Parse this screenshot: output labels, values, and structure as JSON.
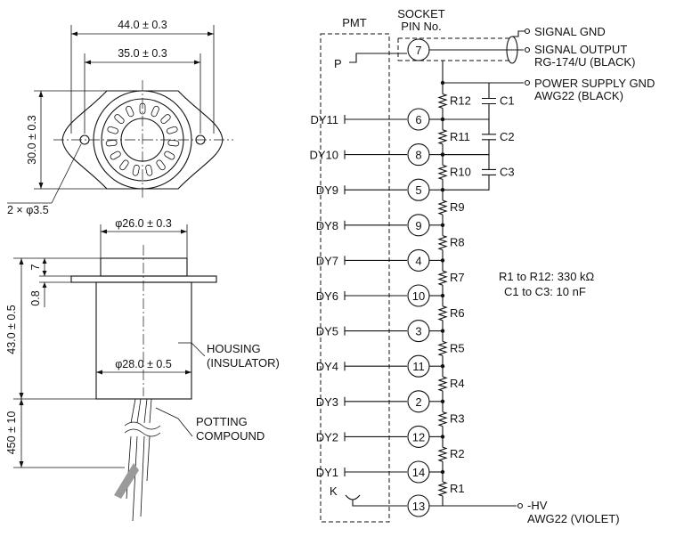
{
  "dimensions": {
    "width_outer": "44.0 ± 0.3",
    "width_holes": "35.0 ± 0.3",
    "height_flange": "30.0 ± 0.3",
    "holes": "2 × φ3.5",
    "diameter_top": "φ26.0 ± 0.3",
    "diameter_housing": "φ28.0 ± 0.5",
    "height_body": "43.0 ± 0.5",
    "flange_gap": "7",
    "flange_thickness": "0.8",
    "lead_length": "450 ± 10"
  },
  "callouts": {
    "housing_1": "HOUSING",
    "housing_2": "(INSULATOR)",
    "potting_1": "POTTING",
    "potting_2": "COMPOUND"
  },
  "schematic": {
    "header_pmt": "PMT",
    "header_socket_1": "SOCKET",
    "header_socket_2": "PIN No.",
    "anode_label": "P",
    "cathode_label": "K",
    "anode_pin": "7",
    "cathode_pin": "13",
    "dynodes": [
      {
        "label": "DY11",
        "pin": "6"
      },
      {
        "label": "DY10",
        "pin": "8"
      },
      {
        "label": "DY9",
        "pin": "5"
      },
      {
        "label": "DY8",
        "pin": "9"
      },
      {
        "label": "DY7",
        "pin": "4"
      },
      {
        "label": "DY6",
        "pin": "10"
      },
      {
        "label": "DY5",
        "pin": "3"
      },
      {
        "label": "DY4",
        "pin": "11"
      },
      {
        "label": "DY3",
        "pin": "2"
      },
      {
        "label": "DY2",
        "pin": "12"
      },
      {
        "label": "DY1",
        "pin": "14"
      }
    ],
    "resistors": [
      "R12",
      "R11",
      "R10",
      "R9",
      "R8",
      "R7",
      "R6",
      "R5",
      "R4",
      "R3",
      "R2",
      "R1"
    ],
    "capacitors": [
      "C3",
      "C2",
      "C1"
    ],
    "outputs": {
      "signal_gnd": "SIGNAL GND",
      "signal_output": "SIGNAL OUTPUT",
      "signal_cable": "RG-174/U (BLACK)",
      "power_gnd": "POWER SUPPLY GND",
      "power_wire": "AWG22 (BLACK)",
      "hv": "-HV",
      "hv_wire": "AWG22 (VIOLET)"
    },
    "values": {
      "resistors": "R1 to R12: 330 kΩ",
      "capacitors": "C1 to C3: 10 nF"
    }
  }
}
